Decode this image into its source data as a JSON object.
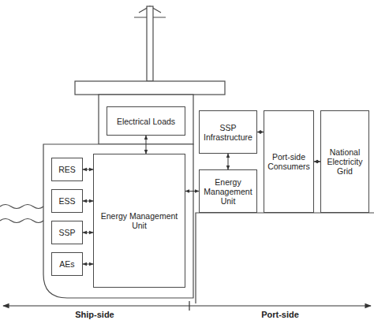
{
  "diagram": {
    "nodes": [
      {
        "text": [
          "Electrical Loads"
        ]
      },
      {
        "text": [
          "RES"
        ]
      },
      {
        "text": [
          "ESS"
        ]
      },
      {
        "text": [
          "SSP"
        ]
      },
      {
        "text": [
          "AEs"
        ]
      },
      {
        "text": [
          "Energy Management Unit"
        ]
      },
      {
        "text": [
          "SSP Infrastructure"
        ]
      },
      {
        "text": [
          "Energy Management Unit"
        ]
      },
      {
        "text": [
          "Port-side Consumers"
        ]
      },
      {
        "text": [
          "National Electricity Grid"
        ]
      }
    ],
    "edges": [
      {
        "from": 0,
        "to": 5,
        "arrow": "both"
      },
      {
        "from": 1,
        "to": 5,
        "arrow": "both"
      },
      {
        "from": 2,
        "to": 5,
        "arrow": "both"
      },
      {
        "from": 3,
        "to": 5,
        "arrow": "both"
      },
      {
        "from": 4,
        "to": 5,
        "arrow": "both"
      },
      {
        "from": 5,
        "to": 7,
        "arrow": "both"
      },
      {
        "from": 6,
        "to": 7,
        "arrow": "both"
      },
      {
        "from": 6,
        "to": 8,
        "arrow": "both"
      },
      {
        "from": 8,
        "to": 9,
        "arrow": "both"
      }
    ],
    "labels": [
      "Ship-side",
      "Port-side"
    ]
  }
}
